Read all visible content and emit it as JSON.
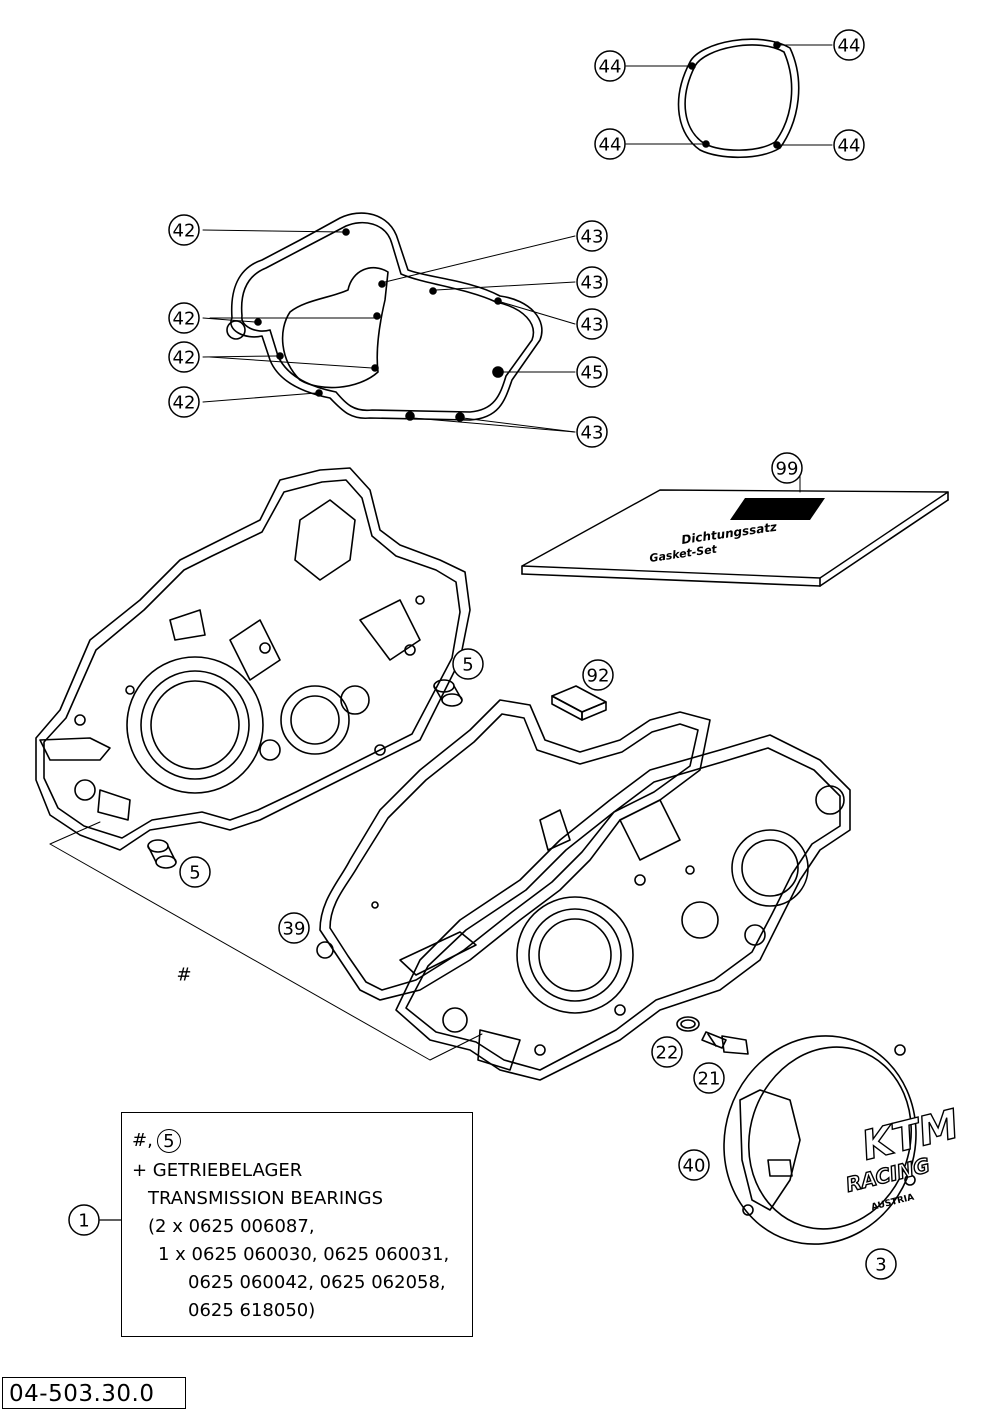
{
  "callouts": {
    "c44_top_left": "44",
    "c44_top_right": "44",
    "c44_mid_left": "44",
    "c44_mid_right": "44",
    "c42_a": "42",
    "c42_b": "42",
    "c42_c": "42",
    "c42_d": "42",
    "c43_a": "43",
    "c43_b": "43",
    "c43_c": "43",
    "c43_d": "43",
    "c45": "45",
    "c99": "99",
    "c92": "92",
    "c5_upper": "5",
    "c5_lower": "5",
    "c39": "39",
    "c22": "22",
    "c21": "21",
    "c40": "40",
    "c3": "3",
    "c1": "1",
    "hash": "#"
  },
  "kit_label": {
    "line1": "Dichtungssatz",
    "line2": "Gasket-Set"
  },
  "cover_logo": {
    "brand": "KTM",
    "line2": "RACING",
    "line3": "AUSTRIA"
  },
  "legend": {
    "line1_prefix": "#,",
    "line1_circle": "5",
    "line2": "+ GETRIEBELAGER",
    "line3": "TRANSMISSION BEARINGS",
    "line4": "(2 x 0625 006087,",
    "line5": "1 x 0625 060030, 0625 060031,",
    "line6": "0625 060042, 0625 062058,",
    "line7": "0625 618050)"
  },
  "reference_number": "04-503.30.0"
}
